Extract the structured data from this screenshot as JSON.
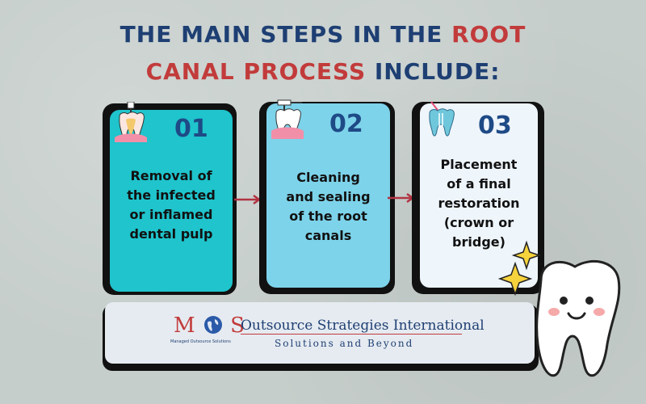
{
  "title": {
    "line1_prefix": "THE MAIN STEPS IN THE ",
    "line1_accent": "ROOT",
    "line2_accent": "CANAL PROCESS",
    "line2_suffix": " INCLUDE:"
  },
  "steps": [
    {
      "number": "01",
      "text": [
        "Removal of",
        "the infected",
        "or inflamed",
        "dental pulp"
      ],
      "color": "#1fc4cc",
      "icon": "tooth-pulp-icon"
    },
    {
      "number": "02",
      "text": [
        "Cleaning",
        "and sealing",
        "of the root",
        "canals"
      ],
      "color": "#7dd3ea",
      "icon": "tooth-drill-icon"
    },
    {
      "number": "03",
      "text": [
        "Placement",
        "of a final",
        "restoration",
        "(crown or",
        "bridge)"
      ],
      "color": "#eef5fb",
      "icon": "tooth-file-icon"
    }
  ],
  "logo": {
    "mark_m": "M",
    "mark_s": "S",
    "tagline": "Managed Outsource Solutions",
    "name": "Outsource Strategies International",
    "subtitle": "Solutions and Beyond"
  },
  "colors": {
    "background": "#c6cecb",
    "title_blue": "#1e3f73",
    "title_red": "#c23b3b",
    "arrow": "#b13442"
  }
}
